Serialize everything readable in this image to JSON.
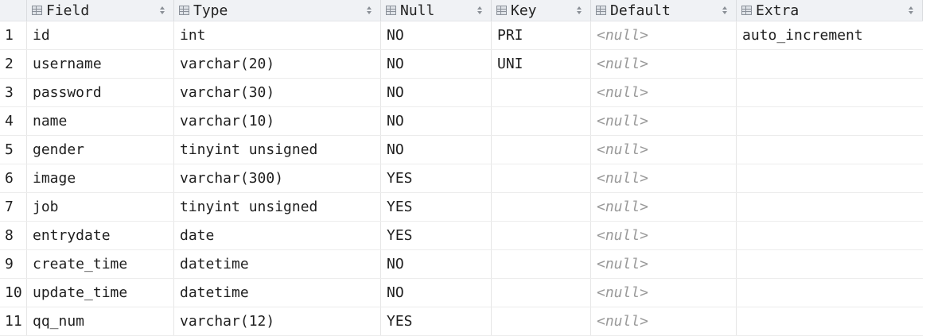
{
  "columns": [
    {
      "label": "Field",
      "icon": "column-icon"
    },
    {
      "label": "Type",
      "icon": "column-icon"
    },
    {
      "label": "Null",
      "icon": "column-icon"
    },
    {
      "label": "Key",
      "icon": "column-icon"
    },
    {
      "label": "Default",
      "icon": "column-icon"
    },
    {
      "label": "Extra",
      "icon": "column-icon"
    }
  ],
  "rows": [
    {
      "num": "1",
      "field": "id",
      "type": "int",
      "null": "NO",
      "key": "PRI",
      "default": "<null>",
      "extra": "auto_increment"
    },
    {
      "num": "2",
      "field": "username",
      "type": "varchar(20)",
      "null": "NO",
      "key": "UNI",
      "default": "<null>",
      "extra": ""
    },
    {
      "num": "3",
      "field": "password",
      "type": "varchar(30)",
      "null": "NO",
      "key": "",
      "default": "<null>",
      "extra": ""
    },
    {
      "num": "4",
      "field": "name",
      "type": "varchar(10)",
      "null": "NO",
      "key": "",
      "default": "<null>",
      "extra": ""
    },
    {
      "num": "5",
      "field": "gender",
      "type": "tinyint unsigned",
      "null": "NO",
      "key": "",
      "default": "<null>",
      "extra": ""
    },
    {
      "num": "6",
      "field": "image",
      "type": "varchar(300)",
      "null": "YES",
      "key": "",
      "default": "<null>",
      "extra": ""
    },
    {
      "num": "7",
      "field": "job",
      "type": "tinyint unsigned",
      "null": "YES",
      "key": "",
      "default": "<null>",
      "extra": ""
    },
    {
      "num": "8",
      "field": "entrydate",
      "type": "date",
      "null": "YES",
      "key": "",
      "default": "<null>",
      "extra": ""
    },
    {
      "num": "9",
      "field": "create_time",
      "type": "datetime",
      "null": "NO",
      "key": "",
      "default": "<null>",
      "extra": ""
    },
    {
      "num": "10",
      "field": "update_time",
      "type": "datetime",
      "null": "NO",
      "key": "",
      "default": "<null>",
      "extra": ""
    },
    {
      "num": "11",
      "field": "qq_num",
      "type": "varchar(12)",
      "null": "YES",
      "key": "",
      "default": "<null>",
      "extra": ""
    }
  ]
}
